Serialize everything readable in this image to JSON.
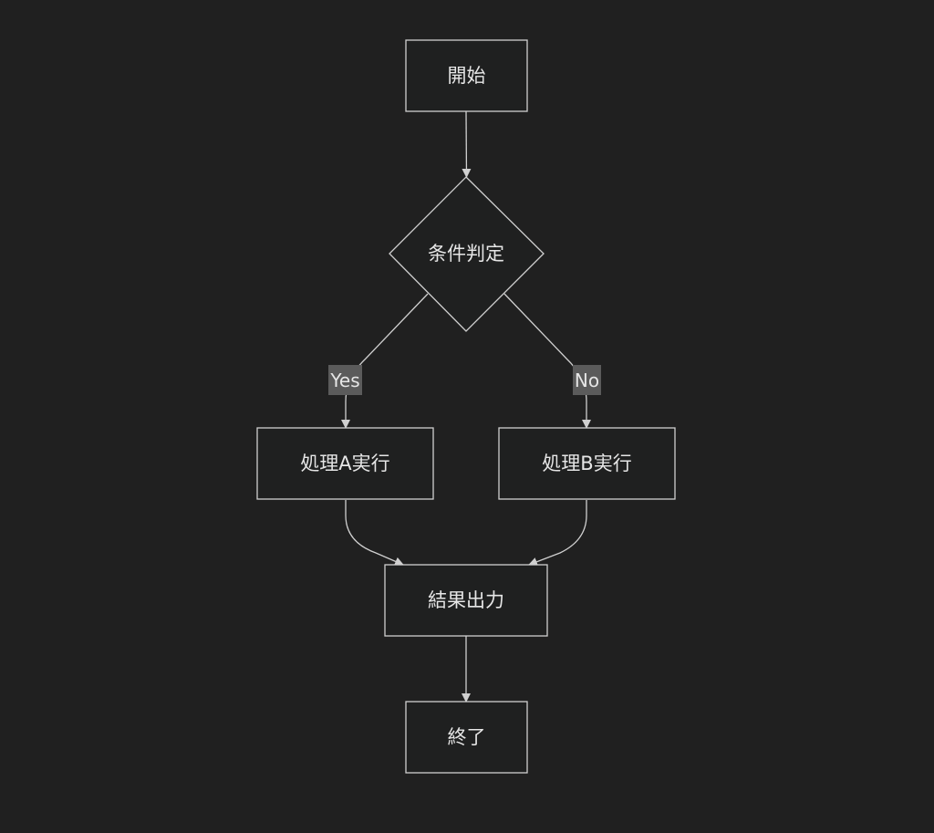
{
  "diagram": {
    "nodes": {
      "start": "開始",
      "condition": "条件判定",
      "process_a": "処理A実行",
      "process_b": "処理B実行",
      "output": "結果出力",
      "end": "終了"
    },
    "edges": {
      "yes_label": "Yes",
      "no_label": "No"
    },
    "colors": {
      "background": "#202020",
      "node_fill": "#1f2020",
      "stroke": "#d0d0d0",
      "text": "#e6e6e6",
      "edge_label_bg": "#5b5b5b"
    }
  }
}
